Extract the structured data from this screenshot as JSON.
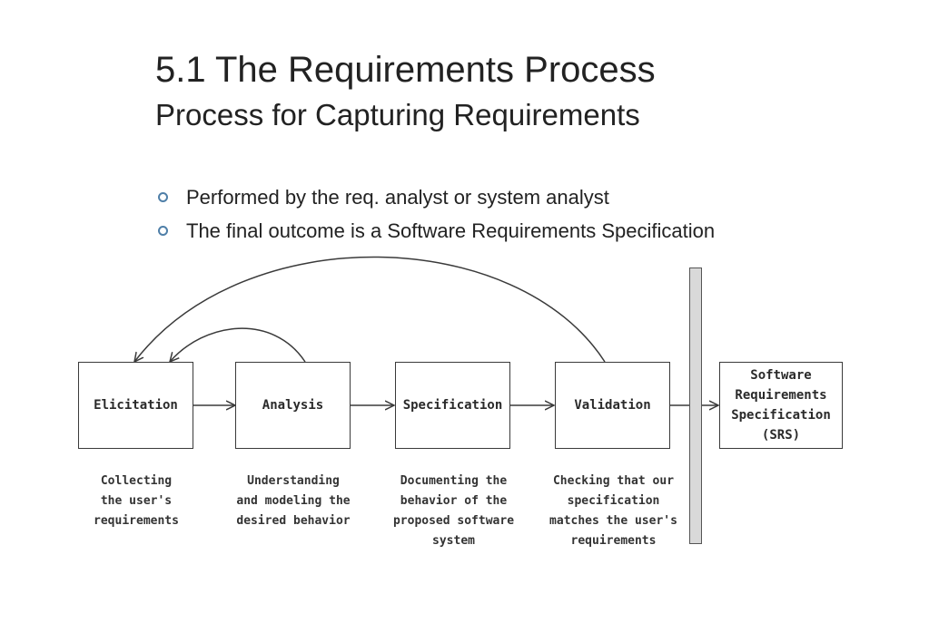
{
  "slide": {
    "title": "5.1 The Requirements Process",
    "subtitle": "Process for Capturing Requirements",
    "bullets": [
      "Performed by the req. analyst or system analyst",
      "The final outcome is a Software Requirements Specification"
    ]
  },
  "diagram": {
    "steps": [
      {
        "label": "Elicitation",
        "caption": "Collecting\nthe user's\nrequirements"
      },
      {
        "label": "Analysis",
        "caption": "Understanding\nand modeling the\ndesired behavior"
      },
      {
        "label": "Specification",
        "caption": "Documenting the\nbehavior of the\nproposed software\nsystem"
      },
      {
        "label": "Validation",
        "caption": "Checking that our\nspecification\nmatches the user's\nrequirements"
      }
    ],
    "output": {
      "label": "Software\nRequirements\nSpecification\n(SRS)"
    }
  },
  "colors": {
    "bullet": "#4f7fa8",
    "line": "#3a3a3a",
    "bar_fill": "#d9d9d9"
  }
}
